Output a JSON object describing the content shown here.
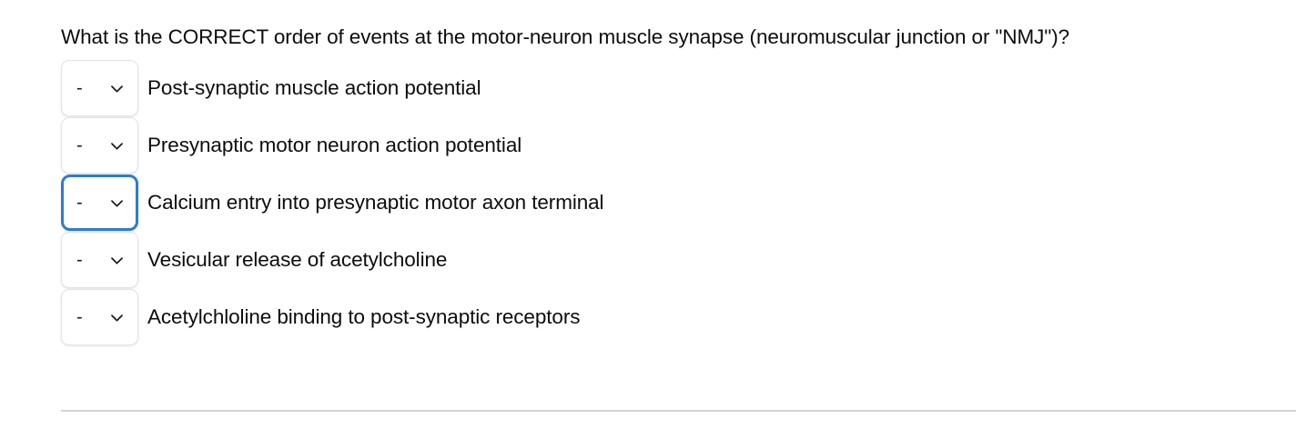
{
  "question": {
    "prompt": "What is the CORRECT order of events at the motor-neuron muscle synapse (neuromuscular junction or \"NMJ\")?",
    "type": "ordering"
  },
  "theme": {
    "page_background": "#ffffff",
    "text_color": "#0d0d0d",
    "select_border": "#e2e3e5",
    "focus_border": "#2b7cd3",
    "divider_color": "#d3d3d4"
  },
  "select_placeholder": "-",
  "chevron_icon": "chevron-down-icon",
  "items": [
    {
      "selected_value": "-",
      "label": "Post-synaptic muscle action potential",
      "focused": false
    },
    {
      "selected_value": "-",
      "label": "Presynaptic motor neuron action potential",
      "focused": false
    },
    {
      "selected_value": "-",
      "label": "Calcium entry into presynaptic motor axon terminal",
      "focused": true
    },
    {
      "selected_value": "-",
      "label": "Vesicular release of acetylcholine",
      "focused": false
    },
    {
      "selected_value": "-",
      "label": "Acetylchloline binding to post-synaptic receptors",
      "focused": false
    }
  ]
}
